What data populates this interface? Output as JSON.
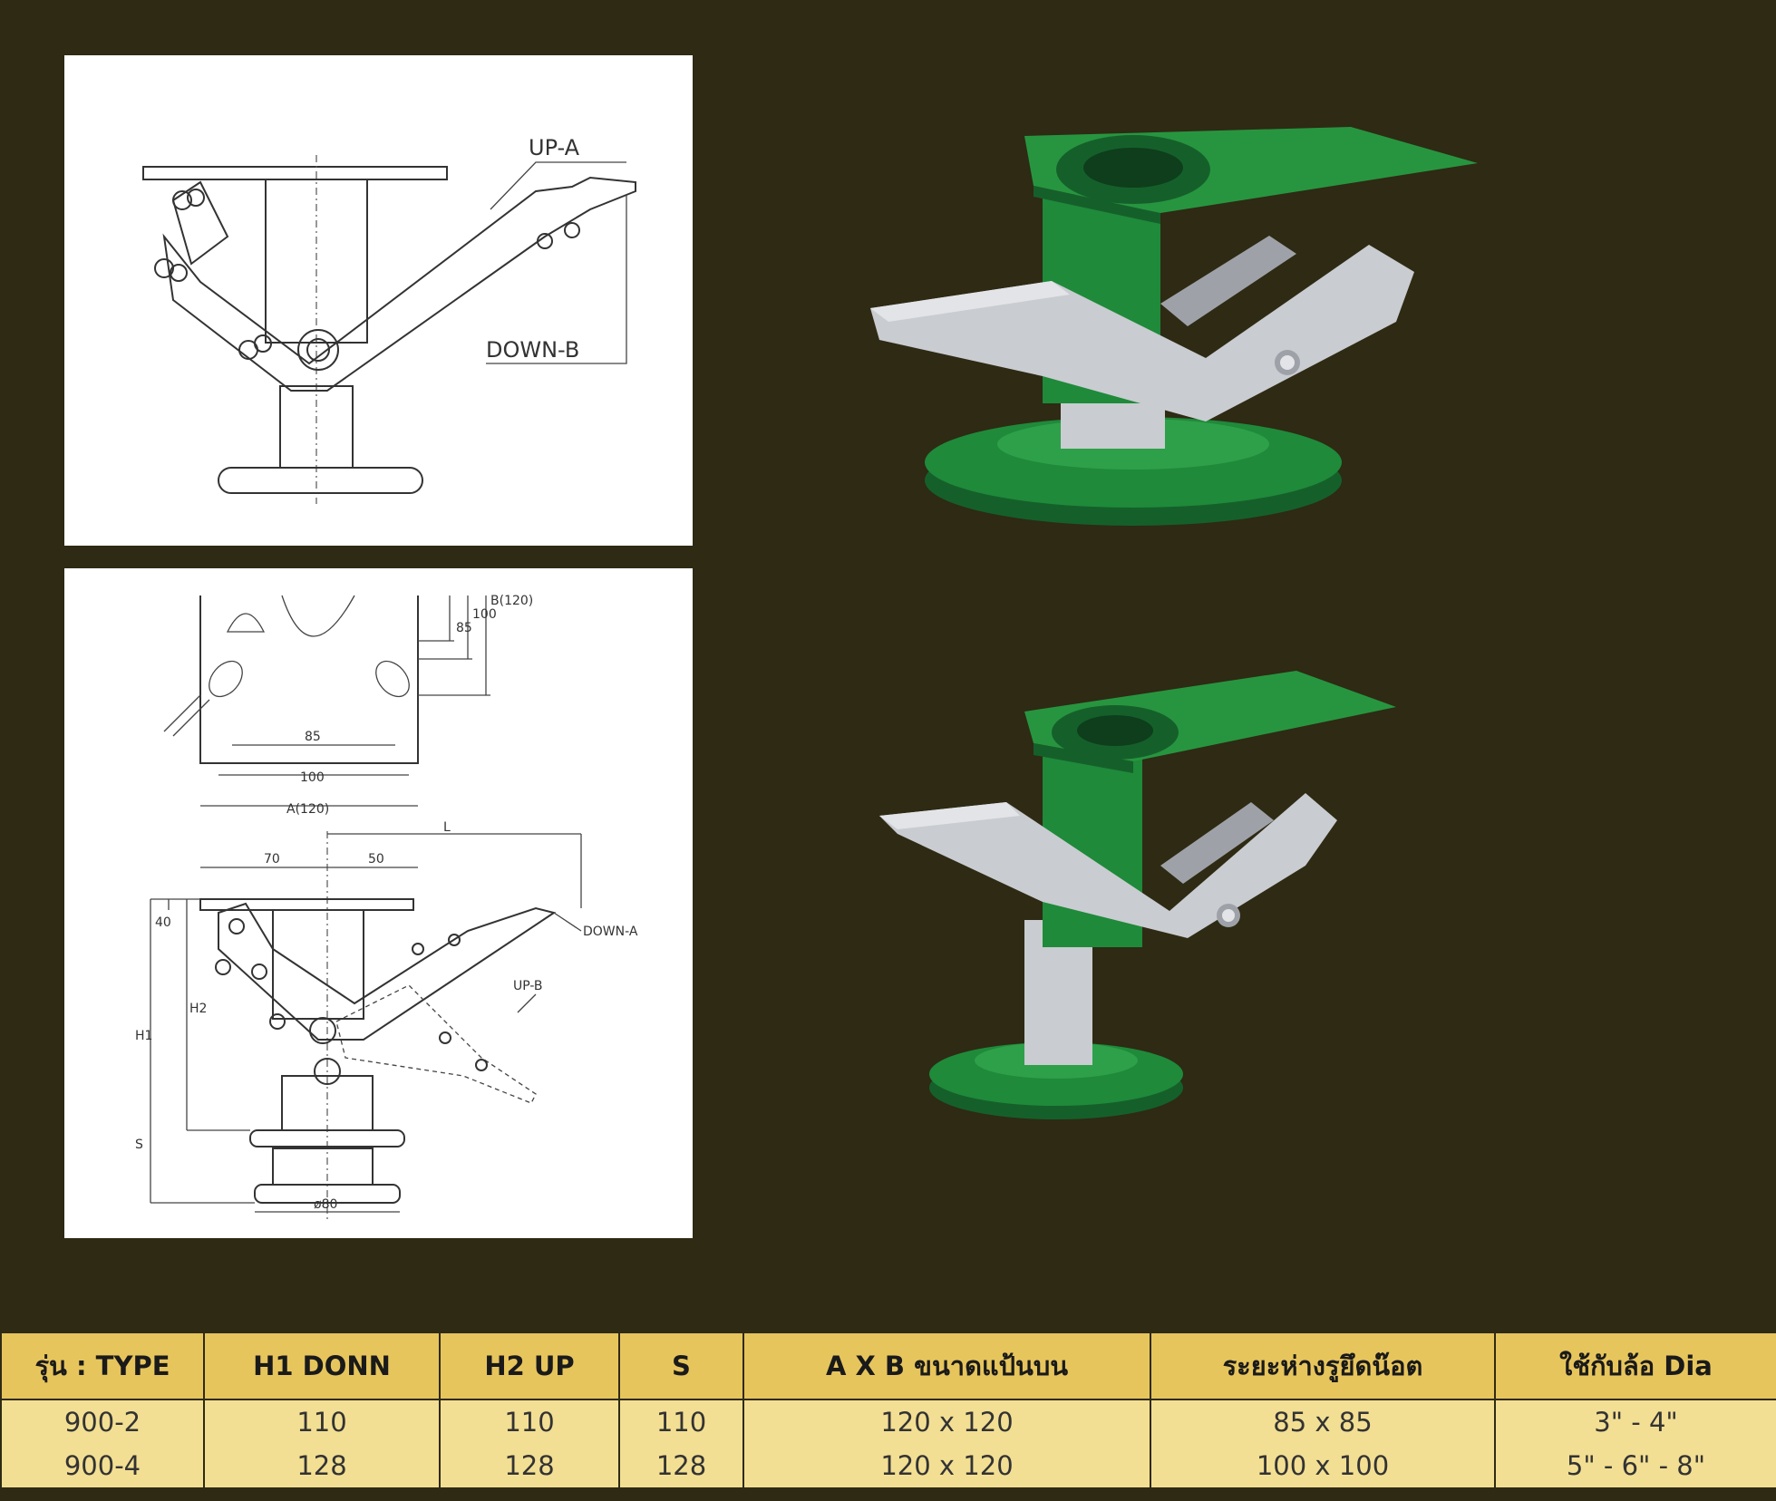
{
  "drawing_top": {
    "labels": {
      "up_a": "UP-A",
      "down_b": "DOWN-B"
    }
  },
  "drawing_bottom": {
    "labels": {
      "dim_85_v": "85",
      "dim_100_v": "100",
      "dim_b": "B(120)",
      "dim_85_h": "85",
      "dim_100_h": "100",
      "dim_a": "A(120)",
      "dim_l": "L",
      "dim_70": "70",
      "dim_50": "50",
      "dim_40": "40",
      "down_a": "DOWN-A",
      "up_b": "UP-B",
      "h1": "H1",
      "h2": "H2",
      "s": "S",
      "dia": "ø80"
    }
  },
  "colors": {
    "background": "#2e2a14",
    "header": "#e7c55d",
    "rows": "#f3df93",
    "green": "#1f8a3a",
    "steel": "#c9ccd0"
  },
  "table": {
    "headers": [
      "รุ่น : TYPE",
      "H1 DONN",
      "H2 UP",
      "S",
      "A X B ขนาดแป้นบน",
      "ระยะห่างรูยึดน๊อต",
      "ใช้กับล้อ Dia"
    ],
    "rows": [
      [
        "900-2",
        "110",
        "110",
        "110",
        "120 x 120",
        "85 x 85",
        "3\" - 4\""
      ],
      [
        "900-4",
        "128",
        "128",
        "128",
        "120 x 120",
        "100 x 100",
        "5\" - 6\" - 8\""
      ]
    ]
  }
}
